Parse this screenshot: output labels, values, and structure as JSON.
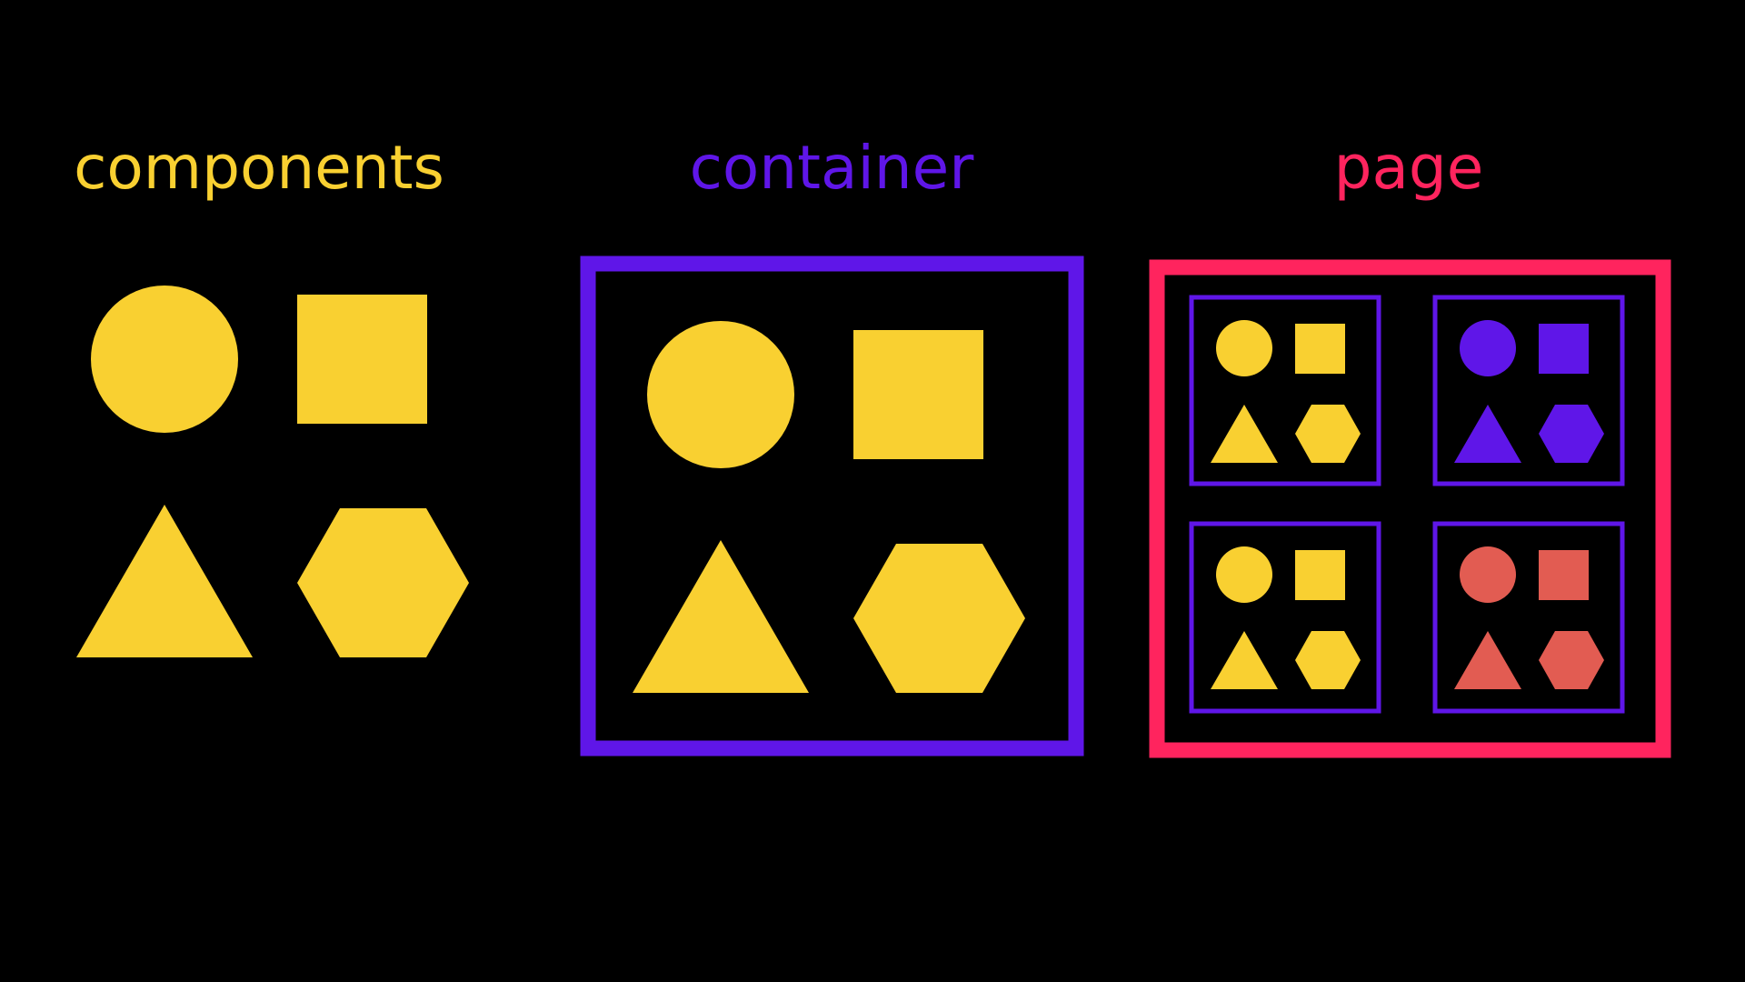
{
  "labels": {
    "components": "components",
    "container": "container",
    "page": "page"
  },
  "colors": {
    "background": "#000000",
    "yellow": "#F9D031",
    "purple": "#5F16E8",
    "pink": "#FF245E",
    "coral": "#E25C52"
  },
  "shapes": [
    "circle-icon",
    "square-icon",
    "triangle-icon",
    "hexagon-icon"
  ],
  "page_variants": [
    "yellow",
    "purple",
    "yellow",
    "coral"
  ]
}
